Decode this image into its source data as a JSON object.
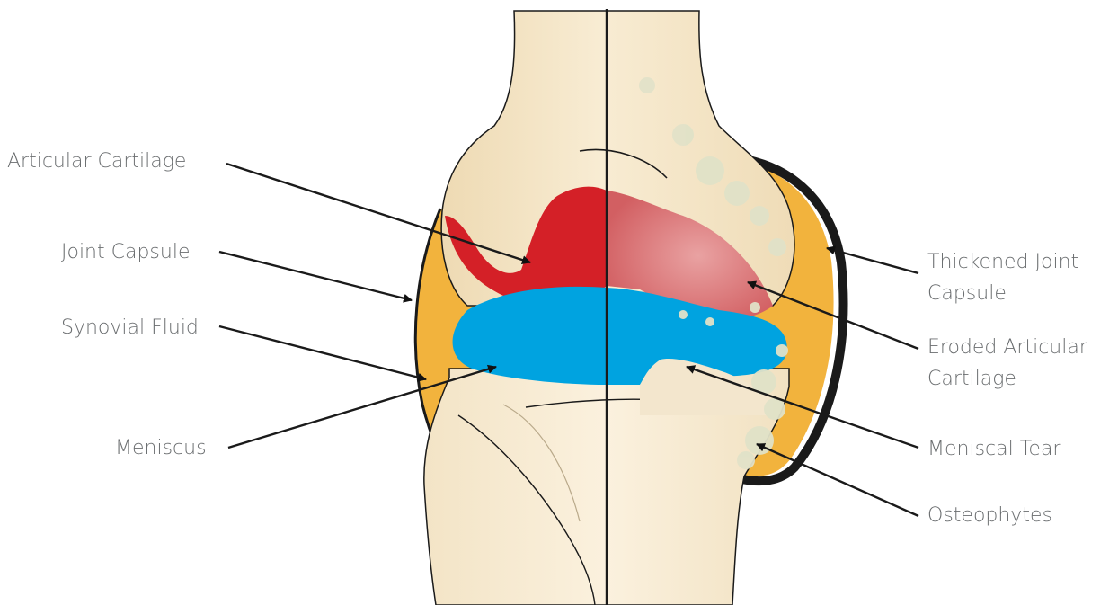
{
  "labels": {
    "articular_cartilage": "Articular Cartilage",
    "joint_capsule": "Joint Capsule",
    "synovial_fluid": "Synovial Fluid",
    "meniscus": "Meniscus",
    "thickened_capsule_line1": "Thickened Joint",
    "thickened_capsule_line2": "Capsule",
    "eroded_cartilage_line1": "Eroded Articular",
    "eroded_cartilage_line2": "Cartilage",
    "meniscal_tear": "Meniscal Tear",
    "osteophytes": "Osteophytes"
  },
  "colors": {
    "bone": "#f5e6c8",
    "bone_shade": "#e9d3a8",
    "capsule": "#f2b33d",
    "cartilage": "#d42027",
    "eroded_cartilage": "#d96a6c",
    "synovial_fluid": "#00a3e0",
    "outline": "#1a1a1a",
    "osteophyte": "#dfe0c6",
    "label_text": "#6b6e70"
  }
}
